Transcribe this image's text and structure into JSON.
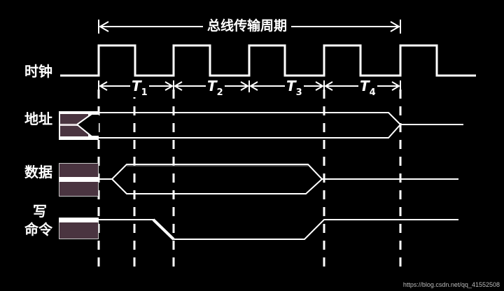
{
  "diagram": {
    "title": "总线传输周期",
    "colors": {
      "background": "#000000",
      "line": "#ffffff",
      "invalid_fill": "#4a3440"
    },
    "signals": [
      {
        "id": "clock",
        "label": "时钟"
      },
      {
        "id": "address",
        "label": "地址"
      },
      {
        "id": "data",
        "label": "数据"
      },
      {
        "id": "write",
        "label_line1": "写",
        "label_line2": "命令"
      }
    ],
    "periods": [
      {
        "name": "T",
        "sub": "1"
      },
      {
        "name": "T",
        "sub": "2"
      },
      {
        "name": "T",
        "sub": "3"
      },
      {
        "name": "T",
        "sub": "4"
      }
    ],
    "watermark": "https://blog.csdn.net/qq_41552508"
  }
}
